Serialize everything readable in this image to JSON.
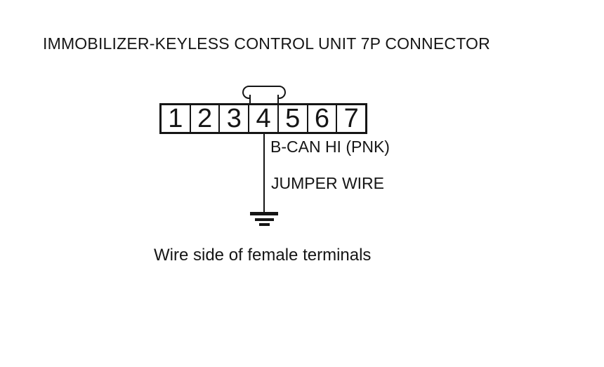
{
  "page": {
    "title": "IMMOBILIZER-KEYLESS CONTROL UNIT 7P CONNECTOR",
    "caption": "Wire side of female terminals"
  },
  "connector": {
    "type": "7P connector",
    "pins": [
      "1",
      "2",
      "3",
      "4",
      "5",
      "6",
      "7"
    ],
    "wired_pin": "4"
  },
  "wire": {
    "signal_label": "B-CAN HI (PNK)",
    "jumper_label": "JUMPER WIRE",
    "terminates_at": "ground-symbol"
  },
  "colors": {
    "ink": "#151515",
    "background": "#ffffff"
  }
}
